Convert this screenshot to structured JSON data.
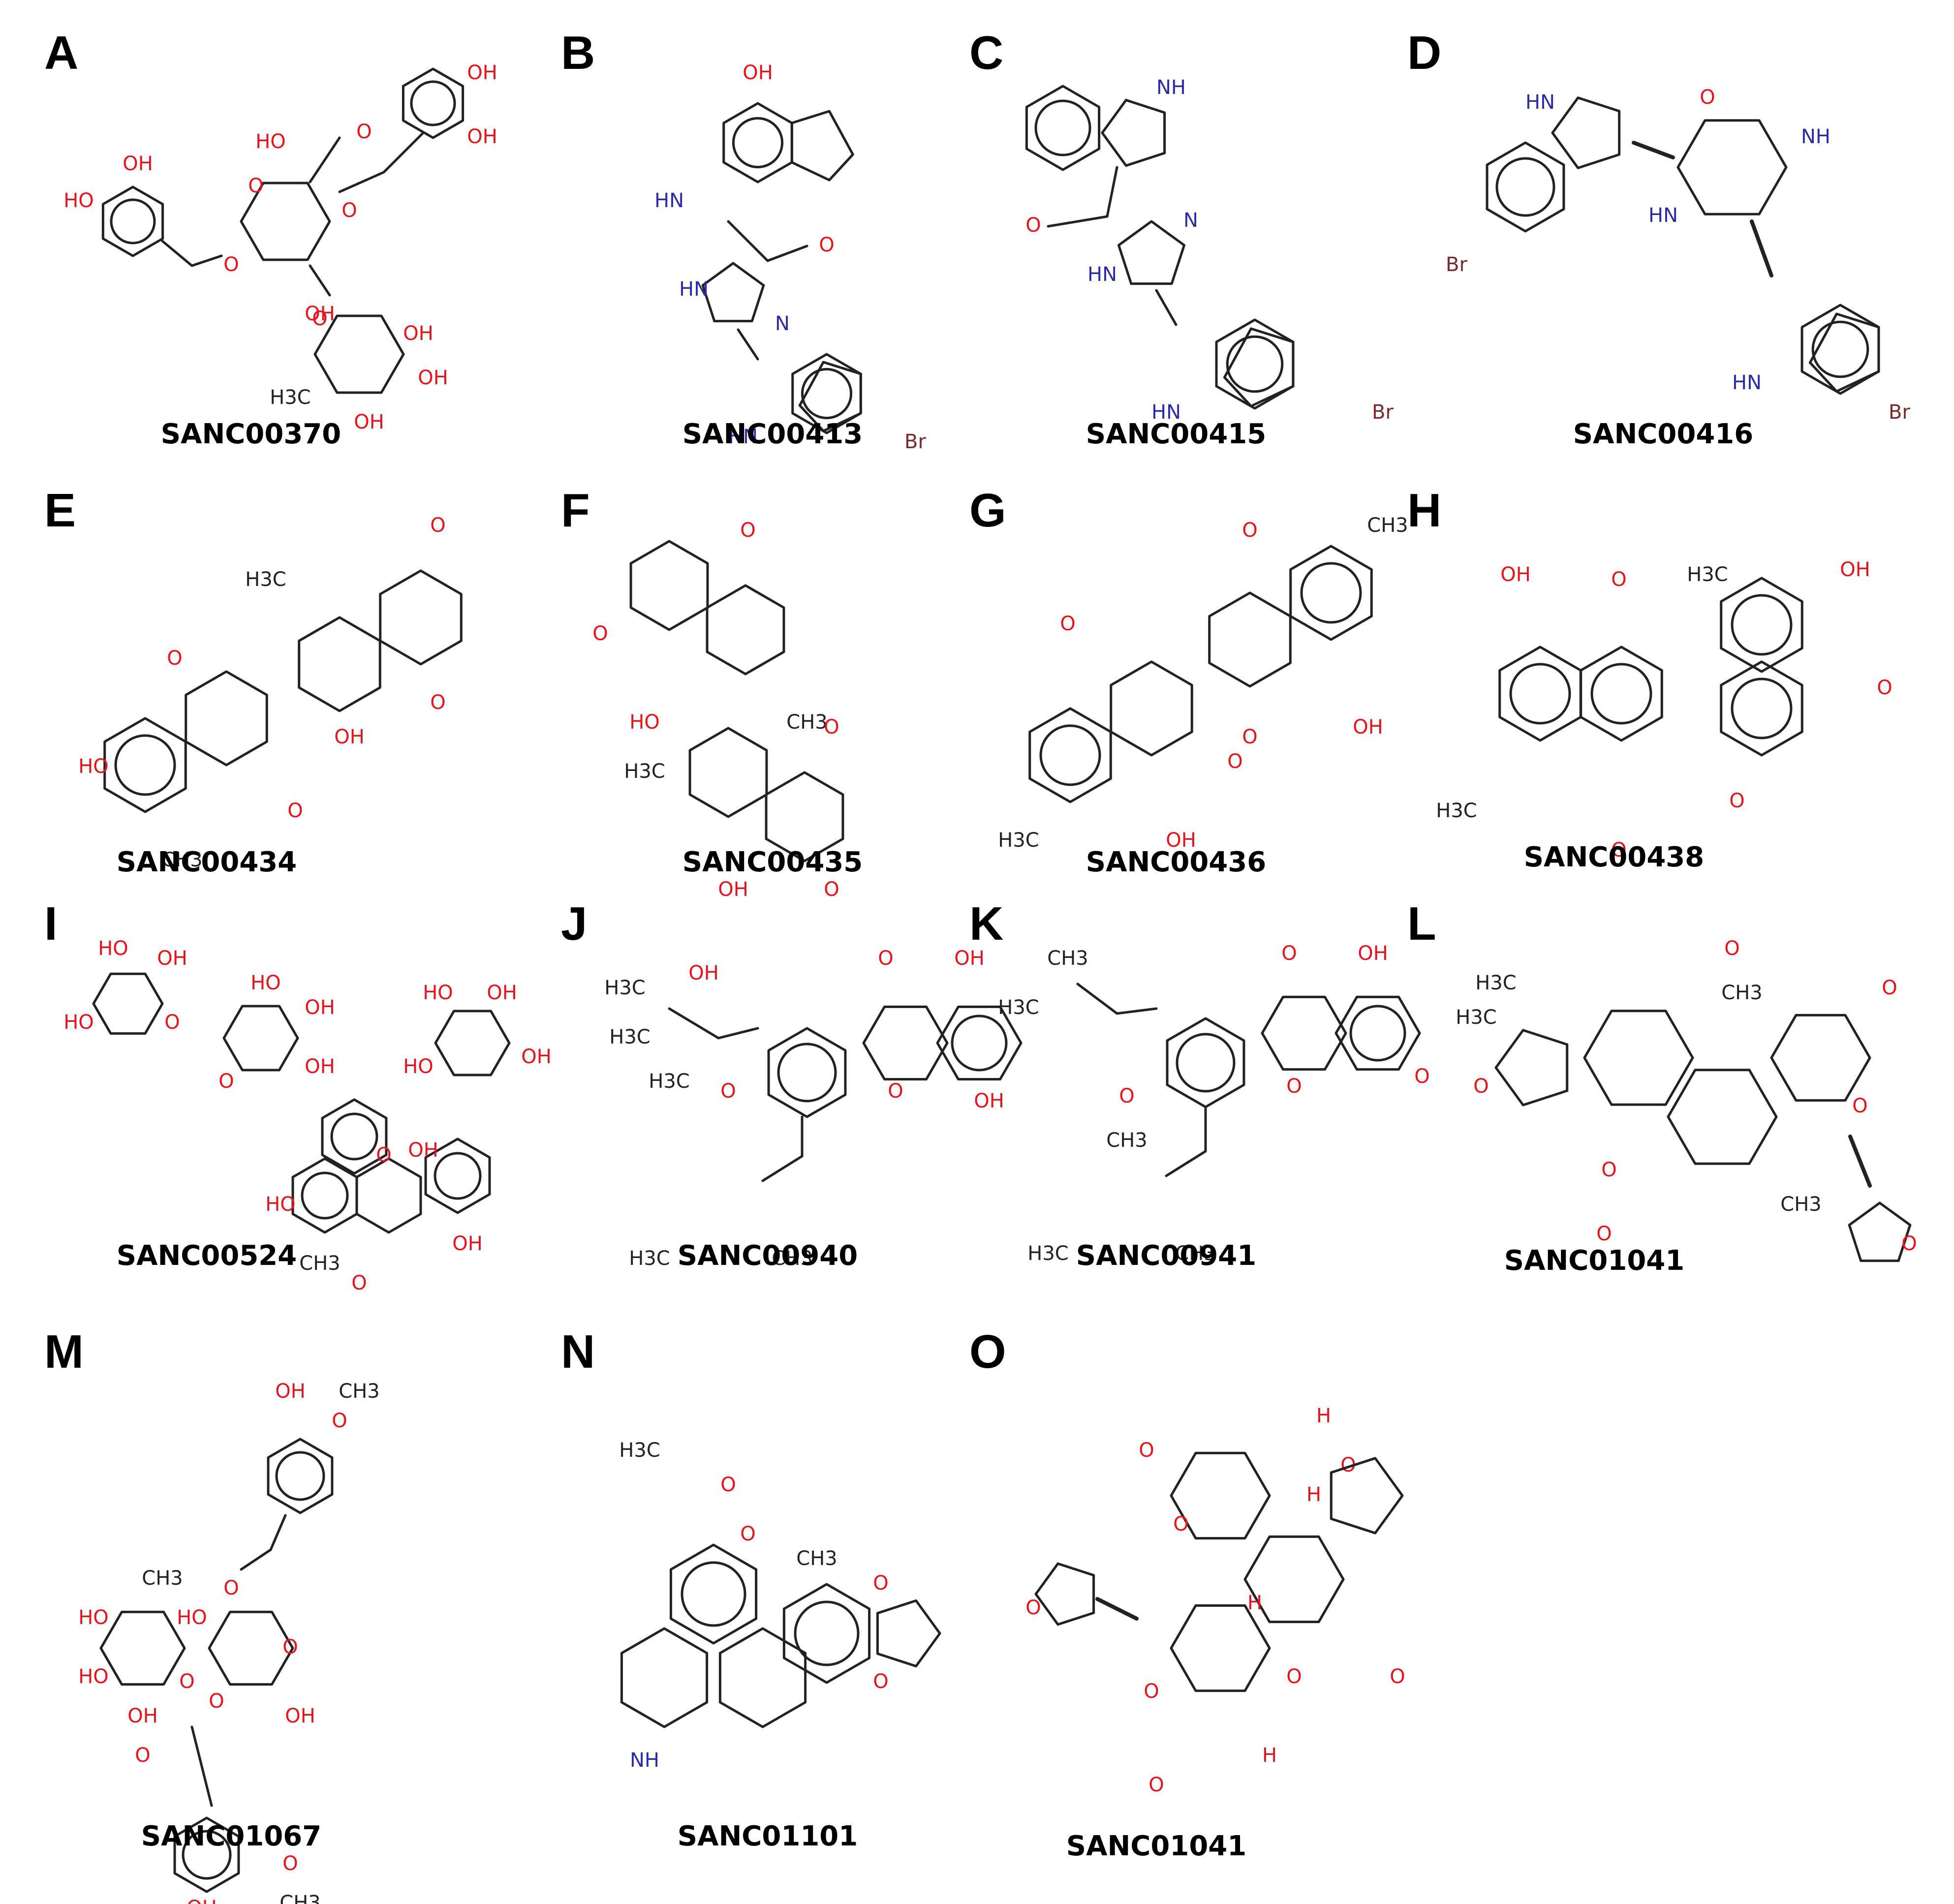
{
  "panels": [
    {
      "letter": "A",
      "code": "SANC00370"
    },
    {
      "letter": "B",
      "code": "SANC00413"
    },
    {
      "letter": "C",
      "code": "SANC00415"
    },
    {
      "letter": "D",
      "code": "SANC00416"
    },
    {
      "letter": "E",
      "code": "SANC00434"
    },
    {
      "letter": "F",
      "code": "SANC00435"
    },
    {
      "letter": "G",
      "code": "SANC00436"
    },
    {
      "letter": "H",
      "code": "SANC00438"
    },
    {
      "letter": "I",
      "code": "SANC00524"
    },
    {
      "letter": "J",
      "code": "SANC00940"
    },
    {
      "letter": "K",
      "code": "SANC00941"
    },
    {
      "letter": "L",
      "code": "SANC01041"
    },
    {
      "letter": "M",
      "code": "SANC01067"
    },
    {
      "letter": "N",
      "code": "SANC01101"
    },
    {
      "letter": "O",
      "code": "SANC01041"
    }
  ],
  "atom_labels": {
    "OH": "OH",
    "HO": "HO",
    "O": "O",
    "NH": "NH",
    "HN": "HN",
    "N": "N",
    "Br": "Br",
    "H": "H",
    "CH3": "CH3",
    "H3C": "H3C"
  },
  "colors": {
    "oxygen": "#e8141c",
    "nitrogen": "#2b2ba8",
    "bromine": "#7a2a2a",
    "carbon": "#222222"
  }
}
